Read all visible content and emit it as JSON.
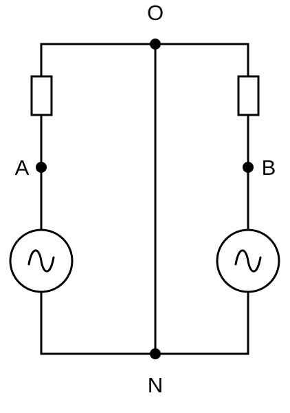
{
  "diagram": {
    "nodes": {
      "top_label": "O",
      "bottom_label": "N",
      "left_label": "A",
      "right_label": "B"
    },
    "components": {
      "left_resistor_icon": "resistor-icon",
      "right_resistor_icon": "resistor-icon",
      "left_source_icon": "ac-source-icon",
      "right_source_icon": "ac-source-icon"
    },
    "colors": {
      "line": "#000000",
      "background": "#ffffff"
    }
  }
}
